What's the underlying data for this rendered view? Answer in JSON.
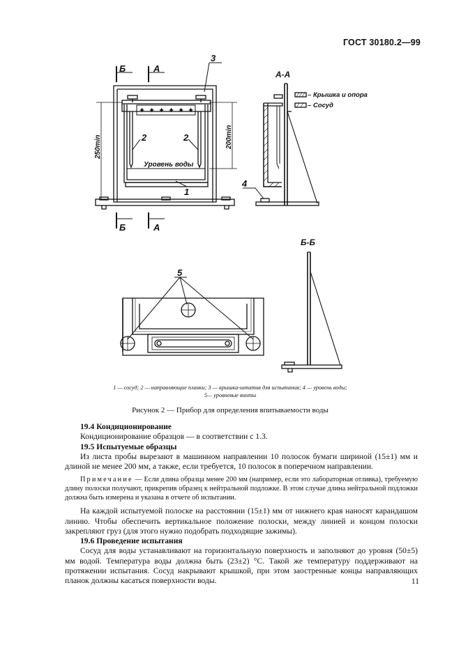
{
  "header": {
    "title": "ГОСТ 30180.2—99"
  },
  "figure": {
    "labels": {
      "section_b_top": "Б",
      "section_a_top": "А",
      "section_b_bottom": "Б",
      "section_a_bottom": "А",
      "callout_3": "3",
      "callout_2_left": "2",
      "callout_2_right": "2",
      "callout_1": "1",
      "callout_4": "4",
      "callout_5": "5",
      "dim_left": "250min",
      "dim_right": "200min",
      "water_level": "Уровень воды",
      "view_aa": "А-А",
      "view_bb": "Б-Б",
      "legend_lid": "Крышка и опора",
      "legend_vessel": "Сосуд"
    },
    "legend_caption": {
      "line1": "1 — сосуд; 2 — направляющие планки; 3 — крышка-штатив для испытания; 4 — уровень воды;",
      "line2": "5— уровневые винты"
    },
    "caption": "Рисунок 2 — Прибор для определения впитываемости воды"
  },
  "sections": [
    {
      "heading": "19.4  Кондиционирование",
      "body": "Кондиционирование образцов — в соответствии с 1.3."
    },
    {
      "heading": "19.5  Испытуемые образцы",
      "body": "Из листа пробы вырезают в машинном направлении 10 полосок бумаги шириной (15±1) мм и длиной не менее 200 мм, а также, если требуется, 10 полосок в поперечном направлении."
    }
  ],
  "note": {
    "label": "Примечание",
    "text": " — Если длина образца менее 200 мм (например, если это лабораторная отливка), требуемую длину полоски получают, прикрепив образец к нейтральной подложке. В этом случае длина нейтральной подложки должна быть измерена и указана в отчете об испытании."
  },
  "paragraph_after_note": "На каждой испытуемой полоске на расстоянии (15±1) мм от нижнего края наносят карандашом линию. Чтобы обеспечить вертикальное положение полоски, между линией и концом полоски закрепляют груз (для этого нужно подобрать подходящие зажимы).",
  "section_19_6": {
    "heading": "19.6  Проведение испытания",
    "body": "Сосуд для воды устанавливают на горизонтальную поверхность и заполняют до уровня (50±5) мм водой. Температура воды должна быть (23±2) °С. Такой же температуру поддерживают на протяжении испытания. Сосуд накрывают крышкой, при этом заостренные концы направляющих планок должны касаться поверхности воды."
  },
  "page_number": "11"
}
